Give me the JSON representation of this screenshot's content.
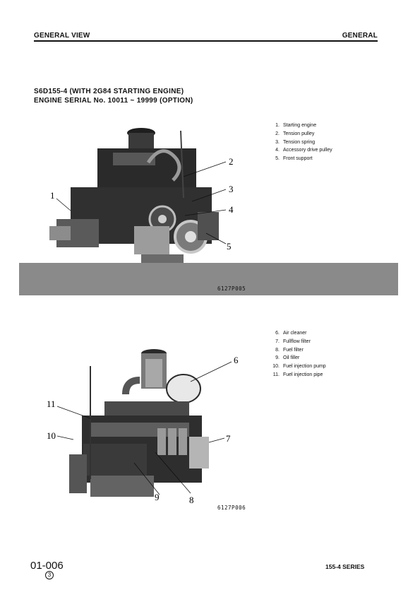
{
  "header": {
    "left": "GENERAL VIEW",
    "right": "GENERAL"
  },
  "title": {
    "line1": "S6D155-4 (WITH 2G84 STARTING ENGINE)",
    "line2": "ENGINE SERIAL No. 10011 ~ 19999 (OPTION)"
  },
  "figure1": {
    "code": "6127P005",
    "callouts": [
      "1",
      "2",
      "3",
      "4",
      "5"
    ],
    "legend": [
      {
        "num": "1.",
        "label": "Starting engine"
      },
      {
        "num": "2.",
        "label": "Tension pulley"
      },
      {
        "num": "3.",
        "label": "Tension spring"
      },
      {
        "num": "4.",
        "label": "Accessory drive pulley"
      },
      {
        "num": "5.",
        "label": "Front support"
      }
    ]
  },
  "figure2": {
    "code": "6127P006",
    "callouts": [
      "6",
      "7",
      "8",
      "9",
      "10",
      "11"
    ],
    "legend": [
      {
        "num": "6.",
        "label": "Air cleaner"
      },
      {
        "num": "7.",
        "label": "Fullflow filter"
      },
      {
        "num": "8.",
        "label": "Fuel filter"
      },
      {
        "num": "9.",
        "label": "Oil filler"
      },
      {
        "num": "10.",
        "label": "Fuel injection pump"
      },
      {
        "num": "11.",
        "label": "Fuel injection pipe"
      }
    ]
  },
  "footer": {
    "page": "01-006",
    "revision": "3",
    "series": "155-4 SERIES"
  },
  "colors": {
    "ink": "#111111",
    "band": "#8a8a8a",
    "photo_dark": "#2a2a2a",
    "photo_mid": "#6e6e6e"
  }
}
